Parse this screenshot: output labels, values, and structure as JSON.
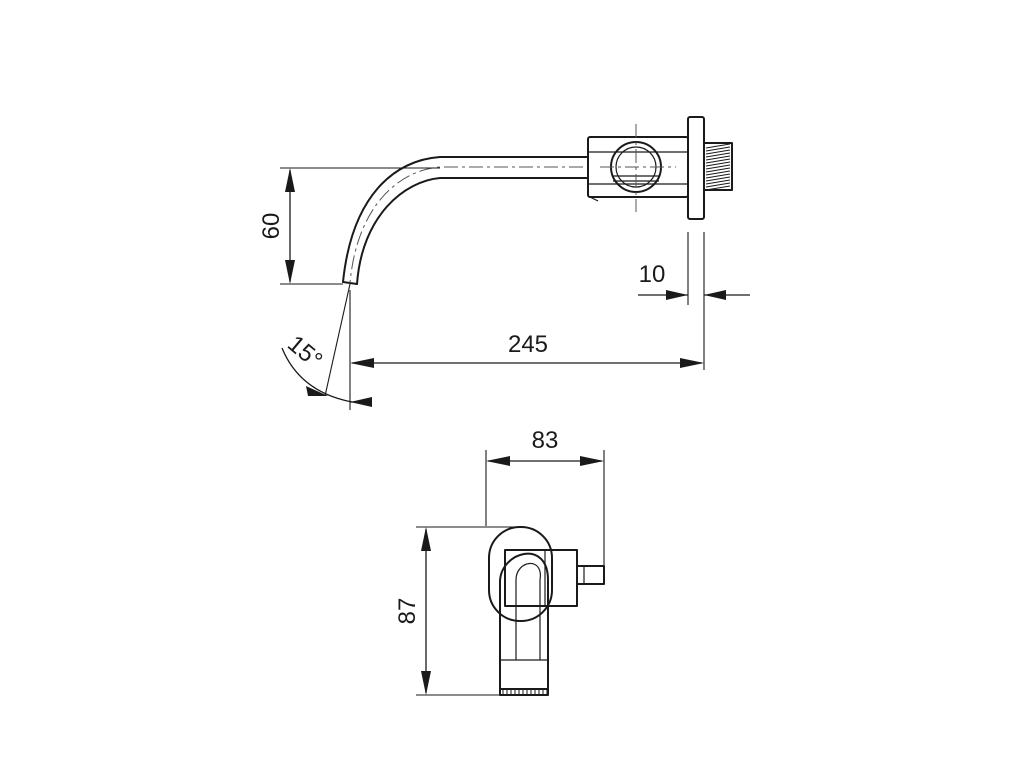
{
  "dimensions": {
    "spout_drop": "60",
    "plate_thickness": "10",
    "spout_reach": "245",
    "spout_angle": "15°",
    "handle_projection": "83",
    "handle_height": "87"
  }
}
